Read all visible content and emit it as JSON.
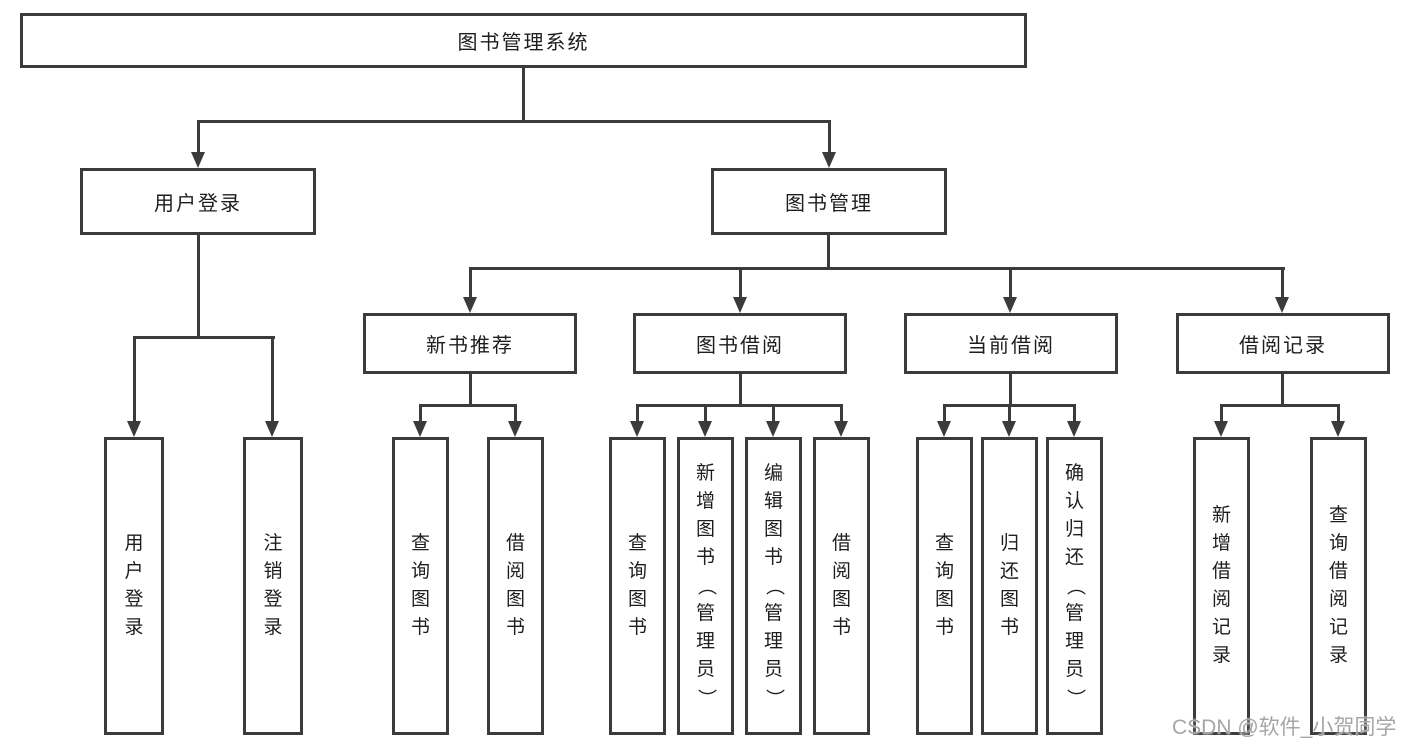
{
  "diagram": {
    "root": "图书管理系统",
    "level2": {
      "user": "用户登录",
      "mgmt": "图书管理"
    },
    "level3": {
      "new_books": "新书推荐",
      "borrow": "图书借阅",
      "current": "当前借阅",
      "records": "借阅记录"
    },
    "level4": {
      "user": [
        "用户登录",
        "注销登录"
      ],
      "new_books": [
        "查询图书",
        "借阅图书"
      ],
      "borrow": [
        "查询图书",
        "新增图书（管理员）",
        "编辑图书（管理员）",
        "借阅图书"
      ],
      "current": [
        "查询图书",
        "归还图书",
        "确认归还（管理员）"
      ],
      "records": [
        "新增借阅记录",
        "查询借阅记录"
      ]
    }
  },
  "watermark": {
    "text": "CSDN @软件_小贺同学"
  },
  "colors": {
    "line": "#3b3b3b",
    "box_border": "#3b3b3b",
    "box_fill": "#ffffff",
    "text": "#1e1e1e",
    "watermark": "#a6a6a6",
    "background": "#ffffff"
  }
}
